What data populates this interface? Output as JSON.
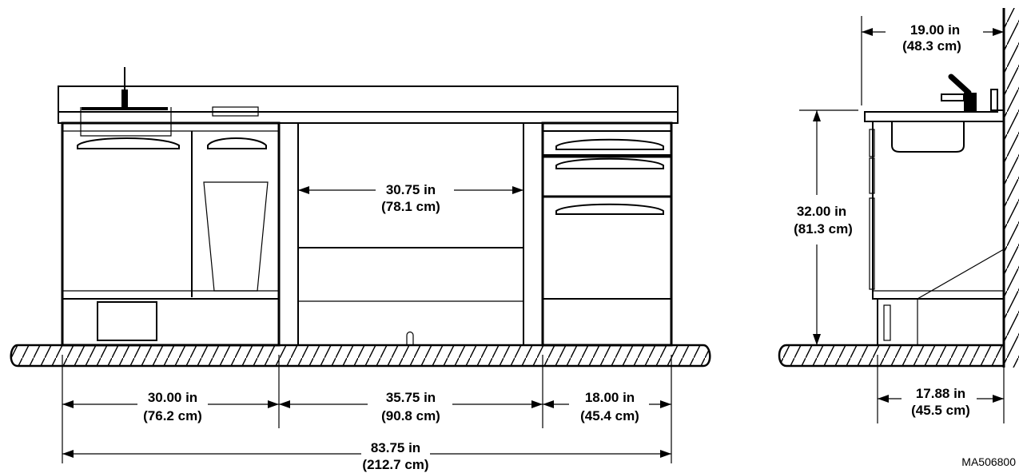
{
  "front_view": {
    "sink_cabinet_width": {
      "imperial": "30.00 in",
      "metric": "(76.2 cm)"
    },
    "knee_space_width": {
      "imperial": "35.75 in",
      "metric": "(90.8 cm)"
    },
    "knee_space_clear_width": {
      "imperial": "30.75 in",
      "metric": "(78.1 cm)"
    },
    "drawer_cabinet_width": {
      "imperial": "18.00 in",
      "metric": "(45.4 cm)"
    },
    "overall_width": {
      "imperial": "83.75 in",
      "metric": "(212.7 cm)"
    }
  },
  "side_view": {
    "countertop_depth": {
      "imperial": "19.00 in",
      "metric": "(48.3 cm)"
    },
    "counter_height": {
      "imperial": "32.00 in",
      "metric": "(81.3 cm)"
    },
    "base_depth": {
      "imperial": "17.88 in",
      "metric": "(45.5 cm)"
    }
  },
  "drawing_code": "MA506800"
}
